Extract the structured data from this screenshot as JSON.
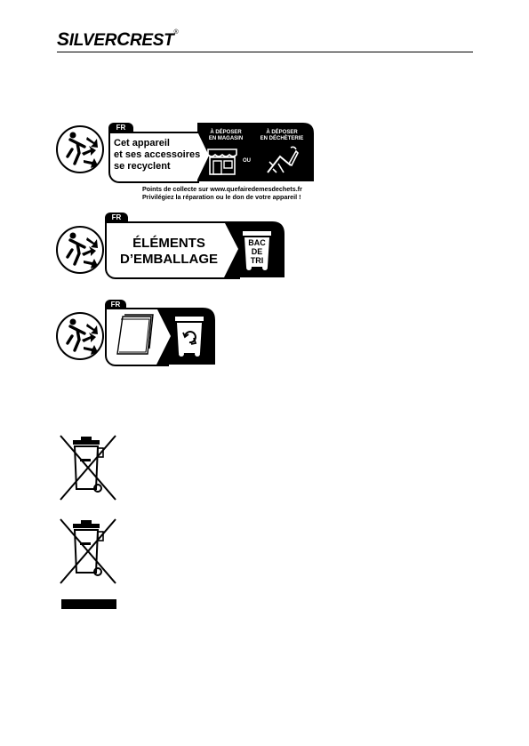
{
  "brand": {
    "name_part1": "S",
    "name_part2": "ILVER",
    "name_part3": "C",
    "name_part4": "REST",
    "registered": "®"
  },
  "logo1": {
    "country": "FR",
    "text_line1": "Cet appareil",
    "text_line2": "et ses accessoires",
    "text_line3": "se recyclent",
    "option1_line1": "À DÉPOSER",
    "option1_line2": "EN MAGASIN",
    "separator": "OU",
    "option2_line1": "À DÉPOSER",
    "option2_line2": "EN DÉCHÈTERIE",
    "footer_line1": "Points de collecte sur www.quefairedemesdechets.fr",
    "footer_line2": "Privilégiez la réparation ou le don de votre appareil !"
  },
  "logo2": {
    "country": "FR",
    "text_line1": "ÉLÉMENTS",
    "text_line2": "D’EMBALLAGE",
    "bin_line1": "BAC",
    "bin_line2": "DE",
    "bin_line3": "TRI"
  },
  "logo3": {
    "country": "FR"
  }
}
